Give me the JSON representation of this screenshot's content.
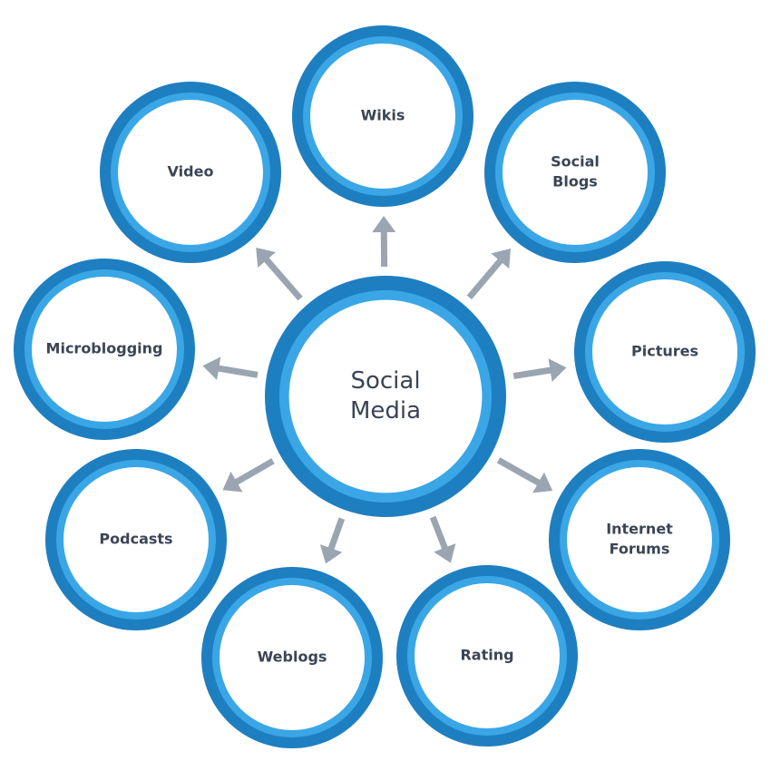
{
  "colors": {
    "ring_outer": "#1e7fc0",
    "ring_inner": "#3aa6e6",
    "fill": "#ffffff",
    "arrow": "#9aa5b1",
    "text": "#3a4555"
  },
  "center": {
    "lines": [
      "Social",
      "Media"
    ]
  },
  "nodes": [
    {
      "id": "wikis",
      "lines": [
        "Wikis"
      ]
    },
    {
      "id": "social-blogs",
      "lines": [
        "Social",
        "Blogs"
      ]
    },
    {
      "id": "pictures",
      "lines": [
        "Pictures"
      ]
    },
    {
      "id": "internet-forums",
      "lines": [
        "Internet",
        "Forums"
      ]
    },
    {
      "id": "rating",
      "lines": [
        "Rating"
      ]
    },
    {
      "id": "weblogs",
      "lines": [
        "Weblogs"
      ]
    },
    {
      "id": "podcasts",
      "lines": [
        "Podcasts"
      ]
    },
    {
      "id": "microblogging",
      "lines": [
        "Microblogging"
      ]
    },
    {
      "id": "video",
      "lines": [
        "Video"
      ]
    }
  ]
}
